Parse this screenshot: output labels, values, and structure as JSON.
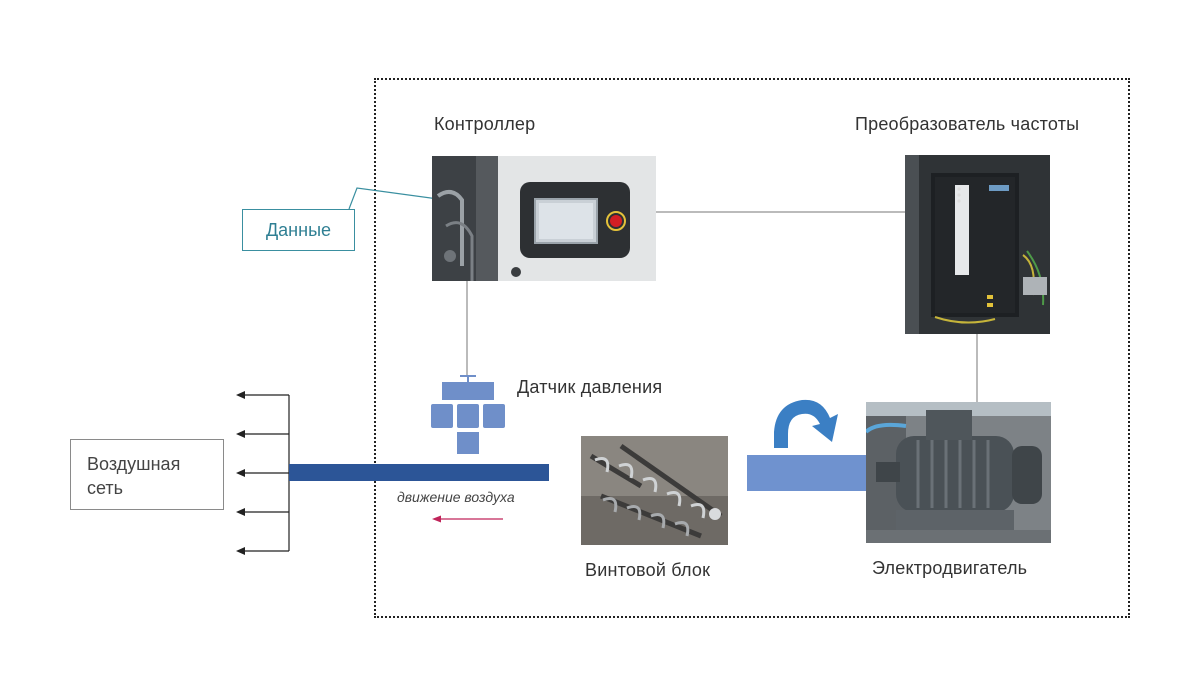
{
  "labels": {
    "controller": "Контроллер",
    "frequency_converter": "Преобразователь частоты",
    "data": "Данные",
    "pressure_sensor": "Датчик давления",
    "air_network": "Воздушная сеть",
    "air_movement": "движение воздуха",
    "screw_block": "Винтовой блок",
    "electric_motor": "Электродвигатель"
  },
  "colors": {
    "pipe": "#2c5597",
    "sensor": "#6f8fc9",
    "shaft": "#6f92cf",
    "rotation_arrow": "#3b7fc4",
    "data_line": "#3a8fa0",
    "air_arrow": "#c0245a",
    "frame": "#222222"
  },
  "icons": {
    "controller_photo": "controller-panel-photo",
    "converter_photo": "frequency-converter-photo",
    "screw_photo": "screw-rotors-photo",
    "motor_photo": "electric-motor-photo",
    "rotation": "curved-arrow-icon"
  }
}
